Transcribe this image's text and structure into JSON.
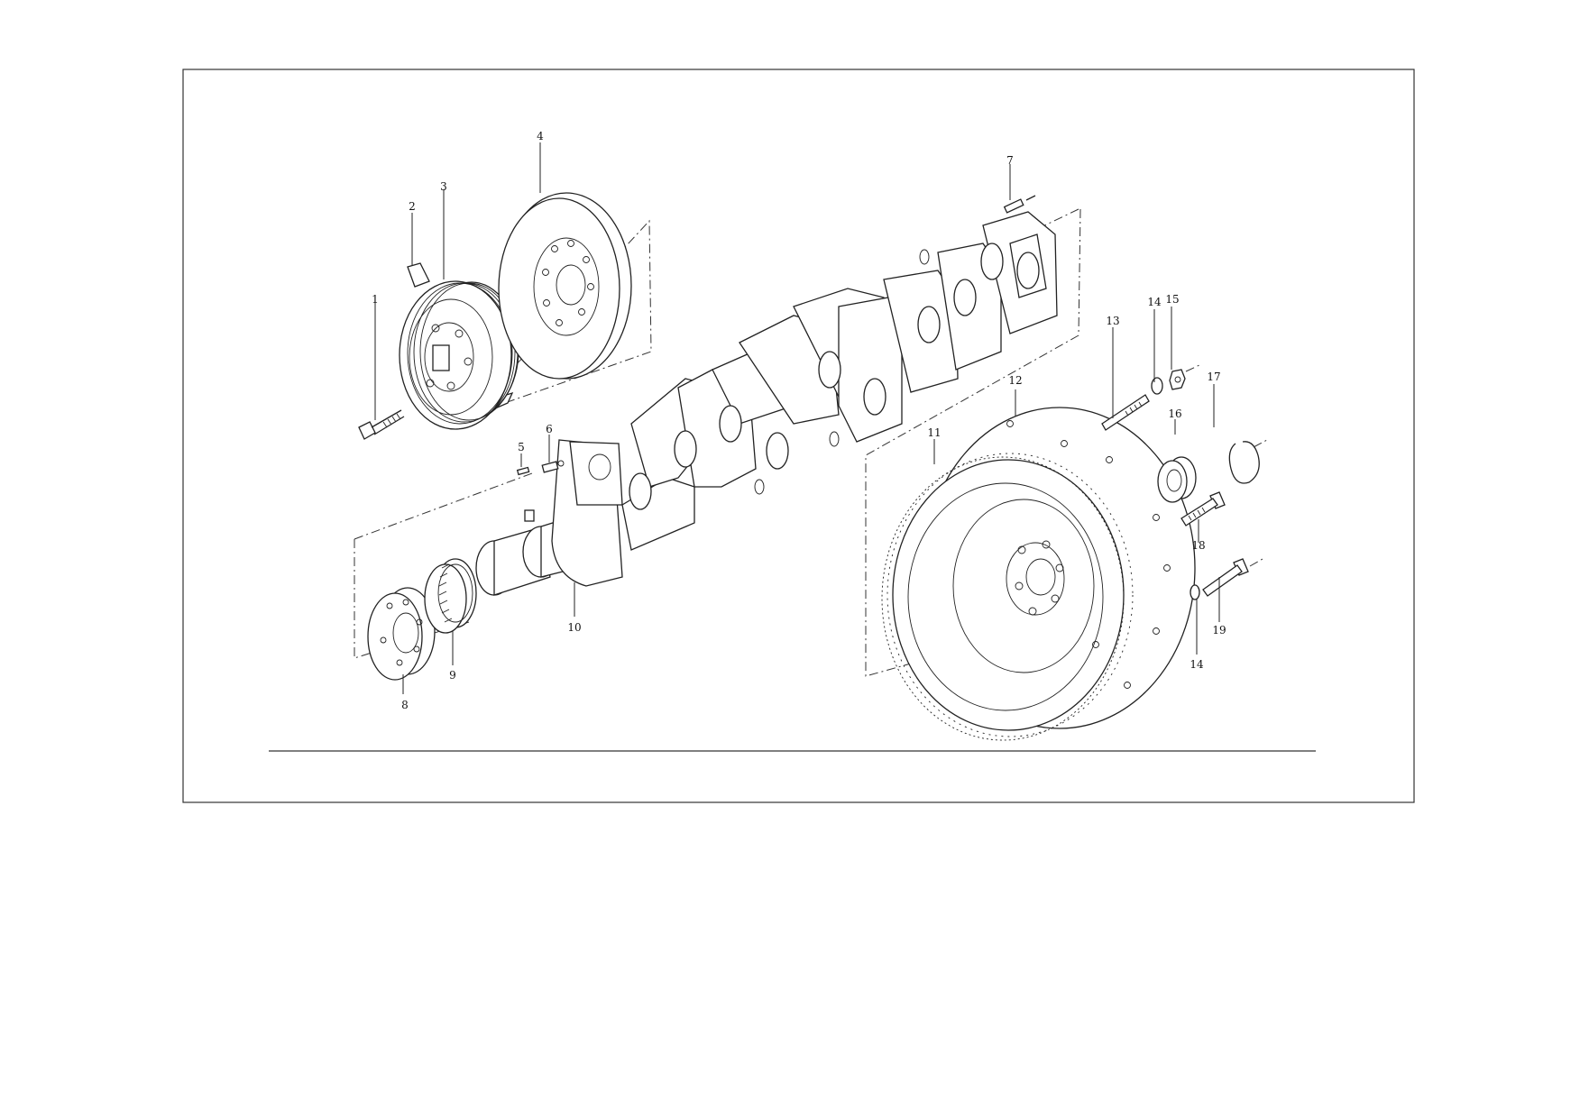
{
  "callouts": [
    {
      "id": "1",
      "text": "1"
    },
    {
      "id": "2",
      "text": "2"
    },
    {
      "id": "3",
      "text": "3"
    },
    {
      "id": "4",
      "text": "4"
    },
    {
      "id": "5",
      "text": "5"
    },
    {
      "id": "6",
      "text": "6"
    },
    {
      "id": "7",
      "text": "7"
    },
    {
      "id": "8",
      "text": "8"
    },
    {
      "id": "9",
      "text": "9"
    },
    {
      "id": "10",
      "text": "10"
    },
    {
      "id": "11",
      "text": "11"
    },
    {
      "id": "12",
      "text": "12"
    },
    {
      "id": "13",
      "text": "13"
    },
    {
      "id": "14a",
      "text": "14"
    },
    {
      "id": "15",
      "text": "15"
    },
    {
      "id": "16",
      "text": "16"
    },
    {
      "id": "17",
      "text": "17"
    },
    {
      "id": "18",
      "text": "18"
    },
    {
      "id": "19",
      "text": "19"
    },
    {
      "id": "14b",
      "text": "14"
    }
  ]
}
